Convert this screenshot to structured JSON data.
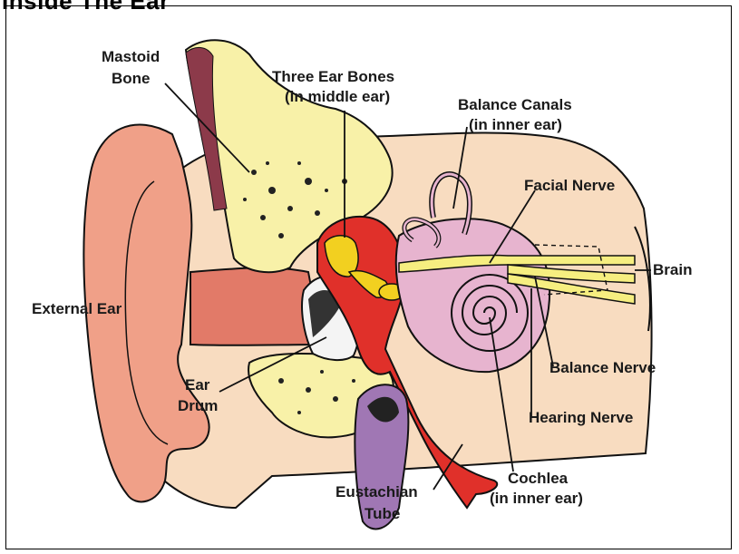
{
  "title": "Inside The Ear",
  "labels": {
    "mastoid_bone": [
      "Mastoid",
      "Bone"
    ],
    "three_ear_bones": [
      "Three Ear Bones",
      "(in middle ear)"
    ],
    "balance_canals": [
      "Balance Canals",
      "(in inner ear)"
    ],
    "facial_nerve": "Facial Nerve",
    "brain": "Brain",
    "external_ear": "External Ear",
    "ear_drum": [
      "Ear",
      "Drum"
    ],
    "balance_nerve": "Balance Nerve",
    "hearing_nerve": "Hearing Nerve",
    "eustachian_tube": [
      "Eustachian",
      "Tube"
    ],
    "cochlea": [
      "Cochlea",
      "(in inner ear)"
    ]
  },
  "colors": {
    "skin": "#f8dcc0",
    "outer_ear": "#f0a088",
    "canal": "#e27a68",
    "bone": "#f8f1a8",
    "middle_ear": "#e0302a",
    "ossicles": "#f2d020",
    "inner_ear": "#e7b4cf",
    "nerve": "#f6ee80",
    "eustachian": "#a077b4",
    "outline": "#111111"
  }
}
